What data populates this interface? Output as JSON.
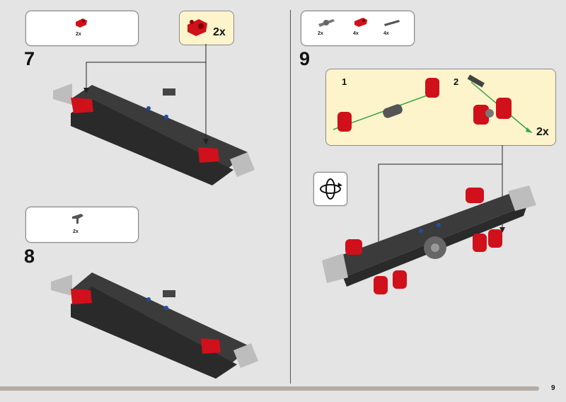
{
  "page": {
    "number": "9"
  },
  "step7": {
    "number": "7",
    "parts": [
      {
        "name": "red-pin-connector",
        "qty": "2x"
      }
    ],
    "callout_qty": "2x"
  },
  "step8": {
    "number": "8",
    "parts": [
      {
        "name": "gray-axle-connector",
        "qty": "2x"
      }
    ]
  },
  "step9": {
    "number": "9",
    "parts": [
      {
        "name": "gray-axle-joiner",
        "qty": "2x"
      },
      {
        "name": "red-pin-connector",
        "qty": "4x"
      },
      {
        "name": "black-pin-axle",
        "qty": "4x"
      }
    ],
    "substeps": [
      {
        "label": "1"
      },
      {
        "label": "2"
      }
    ],
    "callout_qty": "2x",
    "rotate_icon": "rotate-model-icon"
  },
  "colors": {
    "background": "#e4e4e4",
    "callout": "#fdf4cc",
    "red": "#d0101a",
    "dark_gray": "#4a4a4a",
    "arrow_green": "#3aa64a"
  }
}
